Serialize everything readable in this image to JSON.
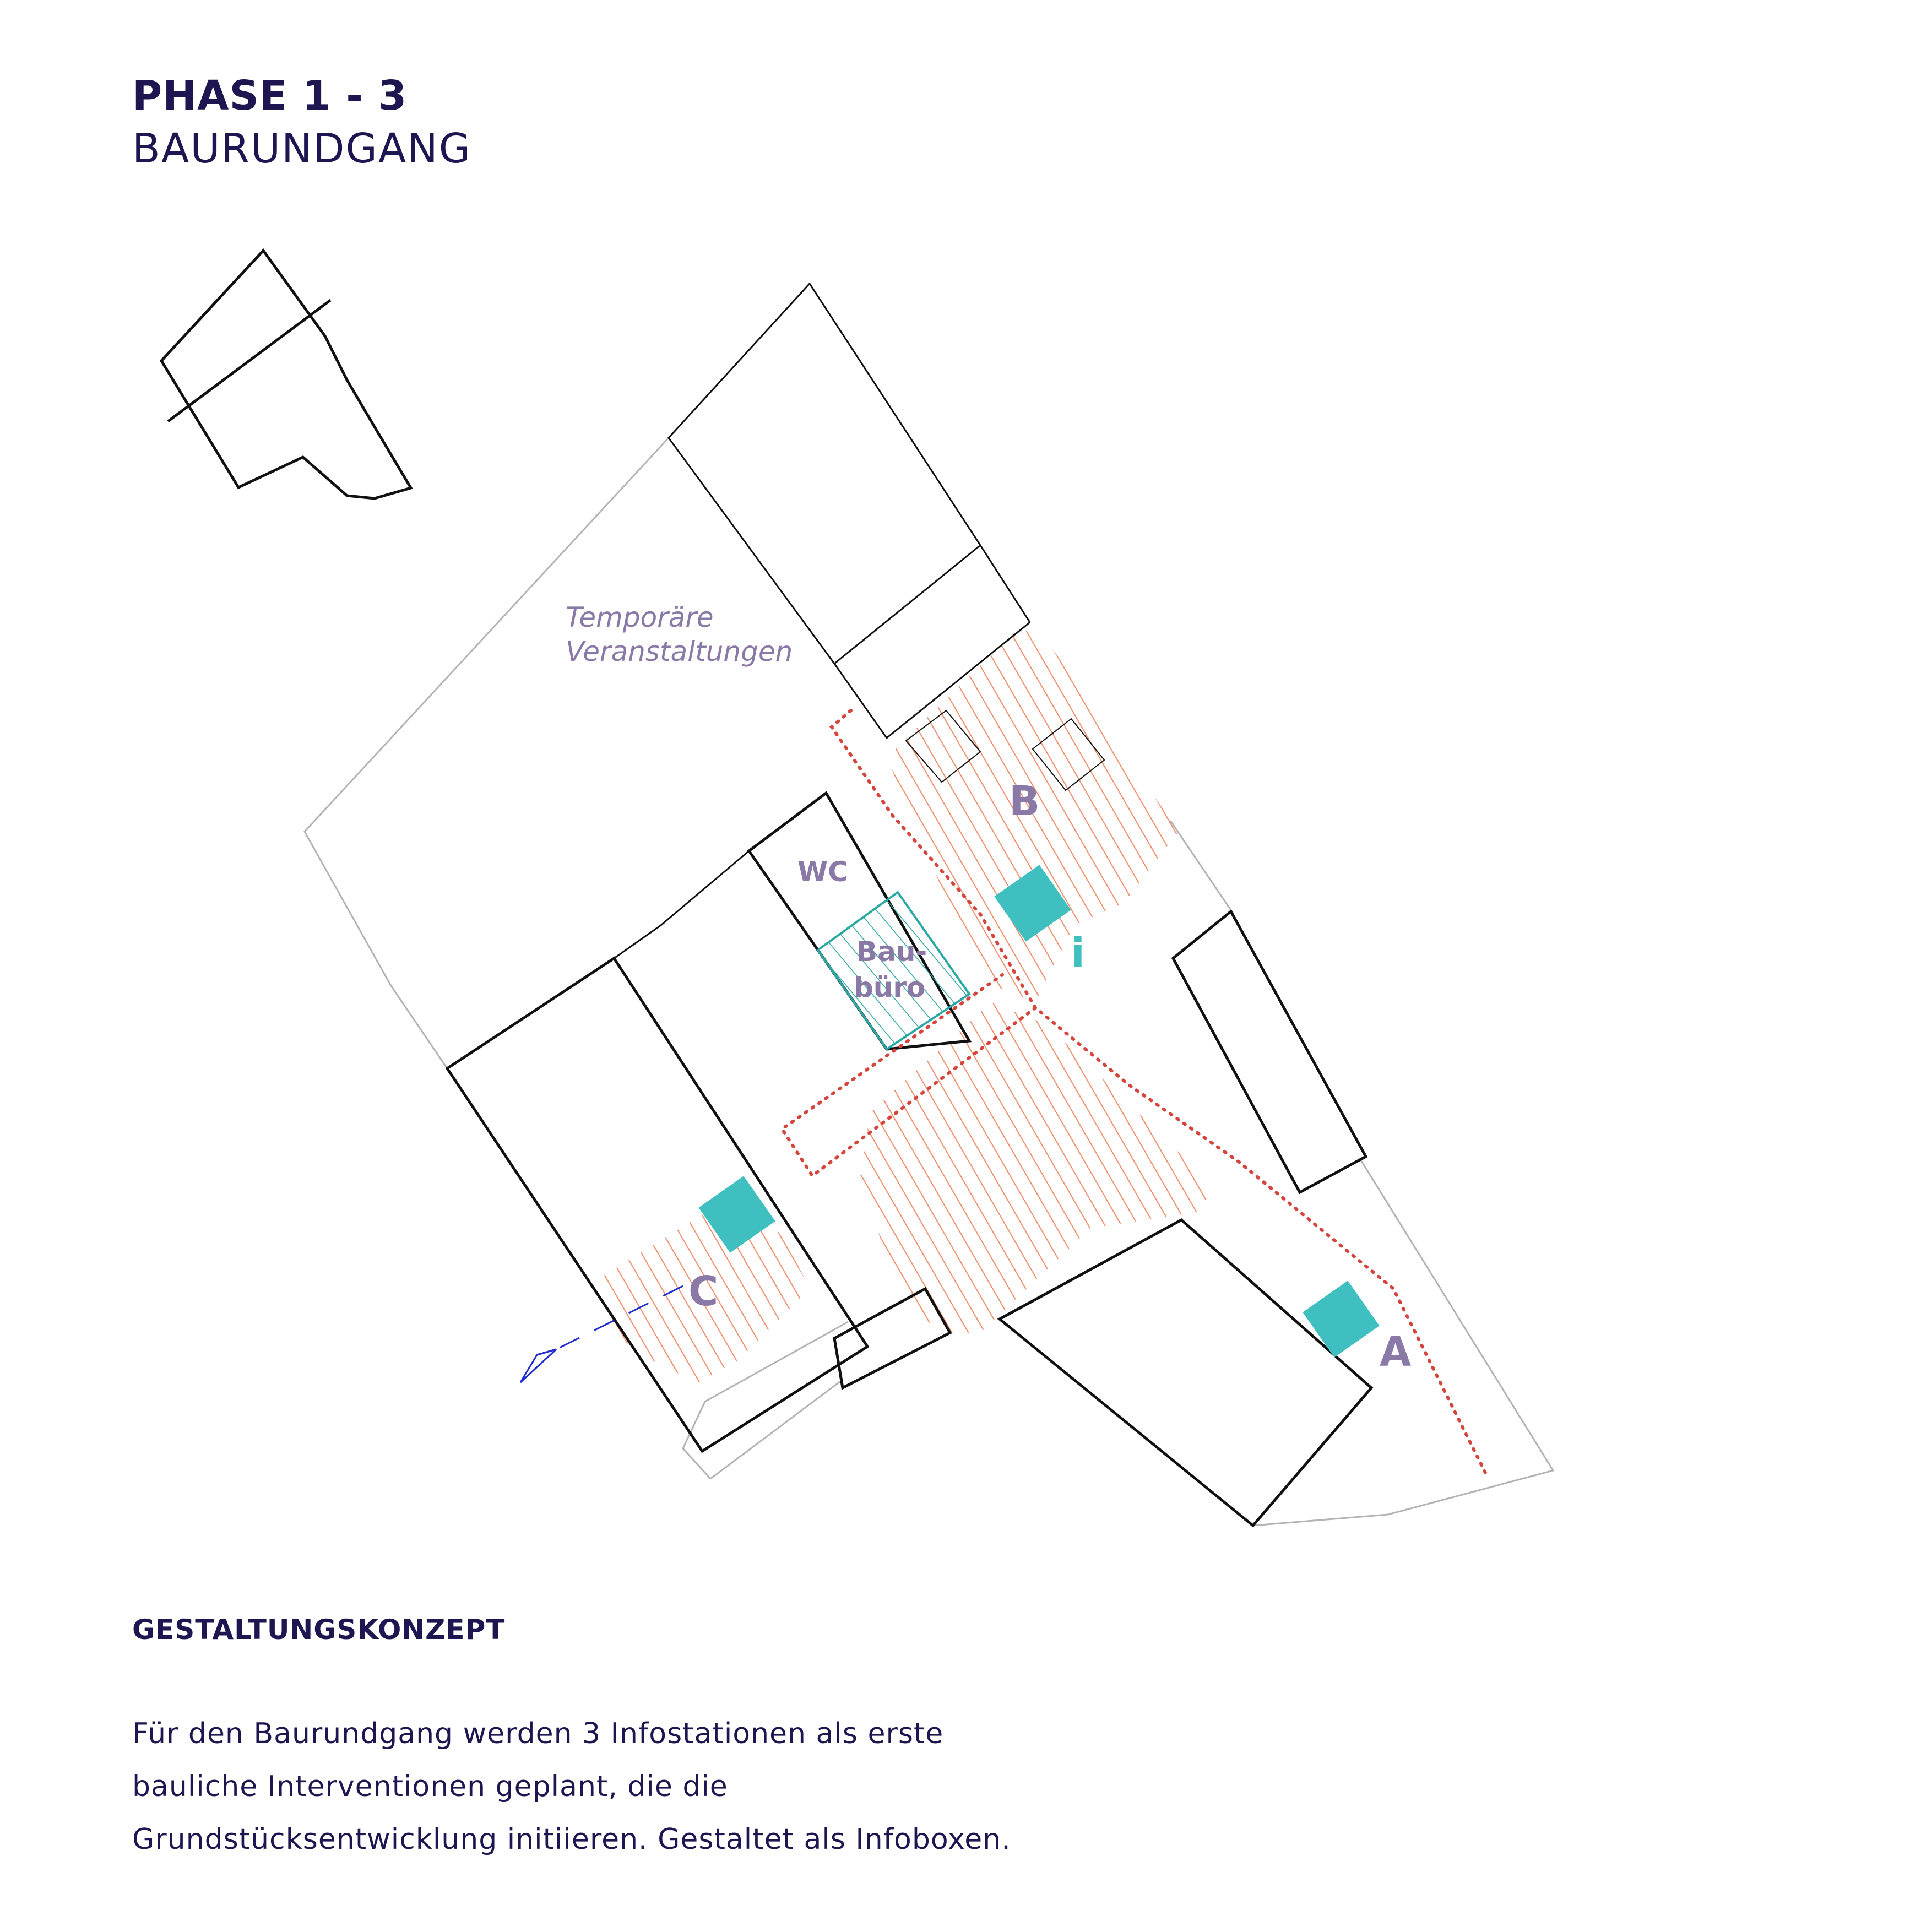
{
  "header": {
    "title": "PHASE 1 - 3",
    "subtitle": "BAURUNDGANG"
  },
  "plan": {
    "labels": {
      "event_area_line1": "Temporäre",
      "event_area_line2": "Veranstaltungen",
      "wc": "WC",
      "site_office_line1": "Bau-",
      "site_office_line2": "büro",
      "station_a": "A",
      "station_b": "B",
      "station_c": "C",
      "info": "i"
    },
    "colors": {
      "outline": "#111111",
      "boundary": "#b3b3b3",
      "info_box": "#3fbfbf",
      "hatch": "#ef8d6a",
      "route": "#d6453c",
      "label": "#8a78a6",
      "blue_symbol": "#1f2bd0",
      "office_hatch": "#2aa9a4"
    }
  },
  "concept": {
    "heading": "GESTALTUNGSKONZEPT",
    "lines": [
      "Für den Baurundgang werden 3 Infostationen als erste",
      "bauliche Interventionen geplant, die die",
      "Grundstücksentwicklung initiieren. Gestaltet als Infoboxen."
    ]
  }
}
